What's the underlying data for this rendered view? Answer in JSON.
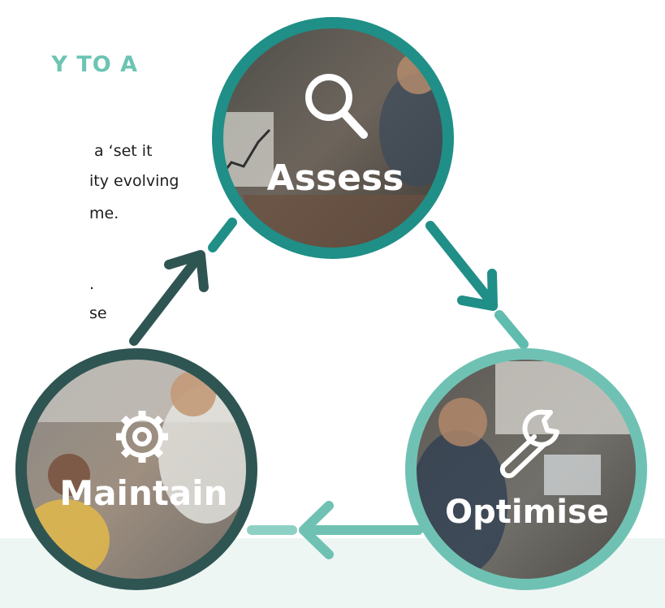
{
  "intro": {
    "heading": "Y TO A",
    "lines": [
      "a ‘set it",
      "ity evolving",
      "me.",
      ".",
      "se"
    ]
  },
  "cycle": [
    {
      "label": "Assess",
      "icon": "magnifier-icon",
      "ring_color": "#1f8f87"
    },
    {
      "label": "Optimise",
      "icon": "wrench-icon",
      "ring_color": "#6fc2b3"
    },
    {
      "label": "Maintain",
      "icon": "gear-icon",
      "ring_color": "#2f5553"
    }
  ],
  "colors": {
    "heading": "#6cc4b2",
    "band": "#eef6f4"
  }
}
